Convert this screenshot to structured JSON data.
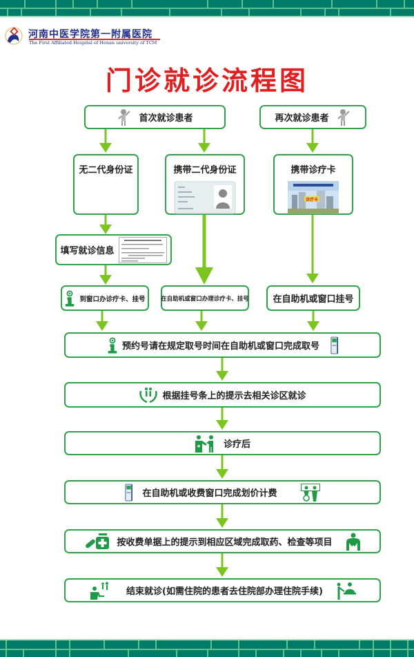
{
  "header": {
    "hospital_name_cn": "河南中医学院第一附属医院",
    "hospital_name_en": "The First Affiliated Hospital of Henan university of TCM",
    "logo_icon": "hospital-logo-icon"
  },
  "title": "门诊就诊流程图",
  "colors": {
    "band": "#007b67",
    "band_line": "#5fc38f",
    "box_border": "#2ea34a",
    "arrow": "#7cc521",
    "title": "#e02020",
    "hospital_name": "#22318a",
    "icon_green": "#1f9a46"
  },
  "flow": {
    "start_first": {
      "label": "首次就诊患者",
      "icon": "person-icon"
    },
    "start_return": {
      "label": "再次就诊患者",
      "icon": "person-icon"
    },
    "no_id": {
      "label": "无二代身份证"
    },
    "with_id": {
      "label": "携带二代身份证",
      "icon": "id-card-icon"
    },
    "with_card": {
      "label": "携带诊疗卡",
      "icon": "medical-card-icon"
    },
    "fill_info": {
      "label": "填写就诊信息",
      "icon": "form-icon"
    },
    "window_card": {
      "label": "到窗口办诊疗卡、挂号",
      "icon": "info-icon"
    },
    "kiosk_card": {
      "label": "在自助机或窗口办理诊疗卡、挂号"
    },
    "kiosk_register": {
      "label": "在自助机或窗口挂号"
    },
    "appointment": {
      "label": "预约号请在规定取号时间在自助机或窗口完成取号",
      "icon_left": "info-icon",
      "icon_right": "kiosk-icon"
    },
    "go_clinic": {
      "label": "根据挂号条上的提示去相关诊区就诊",
      "icon": "family-care-icon"
    },
    "after_treatment": {
      "label": "诊疗后",
      "icon": "doctor-patient-icon"
    },
    "billing": {
      "label": "在自助机或收费窗口完成划价计费",
      "icon_left": "kiosk-icon",
      "icon_right": "cashier-icon"
    },
    "pharmacy_exam": {
      "label": "按收费单据上的提示到相应区域完成取药、检查等项目",
      "icon_left": "medicine-icon",
      "icon_right": "lungs-exam-icon"
    },
    "finish": {
      "label": "结束就诊(如需住院的患者去住院部办理住院手续)",
      "icon_left": "discharge-icon",
      "icon_right": "inpatient-icon"
    }
  }
}
